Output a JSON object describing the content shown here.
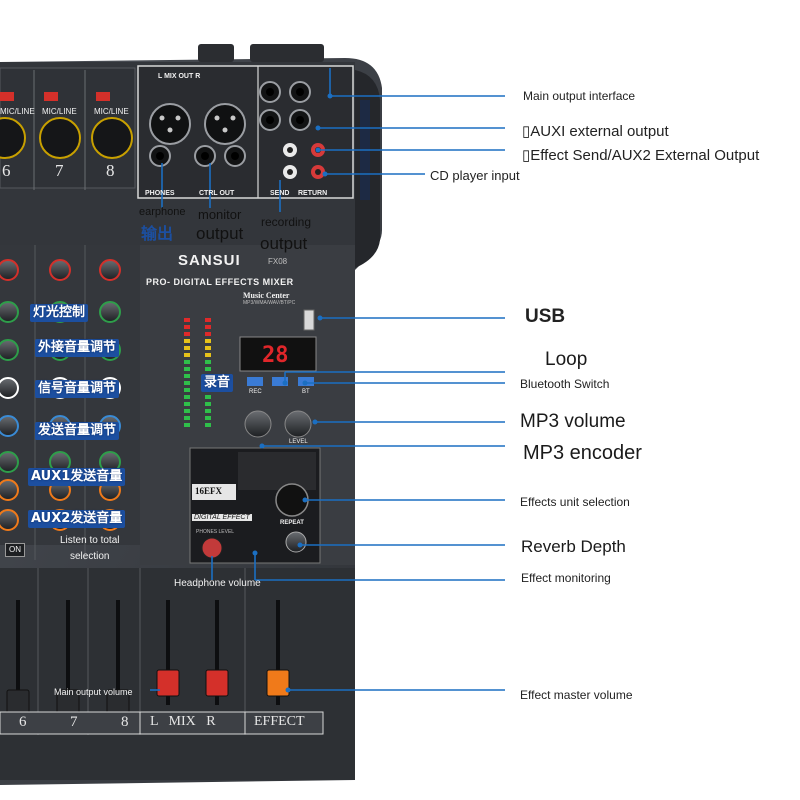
{
  "mixer": {
    "brand": "SANSUI",
    "model": "FX08",
    "panel_title": "PRO- DIGITAL EFFECTS MIXER",
    "music_center": "Music Center",
    "music_center_sub": "MP3/WMA/WAV/BT/PC",
    "effect_badge": "16EFX",
    "digital_effect": "DIGITAL EFFECT",
    "repeat": "REPEAT",
    "mix_label": "L   MIX   R",
    "effect_label": "EFFECT",
    "mix_out_label": "L   MIX OUT   R",
    "phones": "PHONES",
    "ctrl_out": "CTRL OUT",
    "send": "SEND",
    "return": "RETURN",
    "rec_button": "REC",
    "bt_button": "BT",
    "level": "LEVEL",
    "phones_level": "PHONES LEVEL",
    "mic_line": "MIC/LINE",
    "on": "ON",
    "channels": [
      "6",
      "7",
      "8"
    ],
    "bottom_channels": [
      "6",
      "7",
      "8"
    ]
  },
  "callouts": {
    "main_output_interface": "Main output interface",
    "aux1_external_output": "▯AUXI external output",
    "effect_send_aux2": "▯Effect Send/AUX2 External Output",
    "cd_player_input": "CD player input",
    "usb": "USB",
    "loop": "Loop",
    "bluetooth_switch": "Bluetooth Switch",
    "mp3_volume": "MP3 volume",
    "mp3_encoder": "MP3 encoder",
    "effects_unit_selection": "Effects unit selection",
    "reverb_depth": "Reverb Depth",
    "effect_monitoring": "Effect monitoring",
    "effect_master_volume": "Effect master volume"
  },
  "overlay_labels": {
    "earphone": "earphone",
    "earphone_cn": "输出",
    "monitor": "monitor",
    "monitor_output": "output",
    "recording": "recording",
    "recording_output": "output",
    "light_control": "灯光控制",
    "external_volume": "外接音量调节",
    "signal_volume": "信号音量调节",
    "send_volume": "发送音量调节",
    "aux1_send": "AUX1发送音量",
    "aux2_send": "AUX2发送音量",
    "record": "录音",
    "listen_to_total": "Listen to total",
    "selection": "selection",
    "headphone_volume": "Headphone volume",
    "main_output_volume": "Main output volume"
  },
  "colors": {
    "mixer_body": "#3a3d42",
    "callout_line": "#1b6fc2",
    "cn_label_bg": "#1c4fa0",
    "fader_red": "#d4302a",
    "fader_orange": "#f07a1a"
  }
}
